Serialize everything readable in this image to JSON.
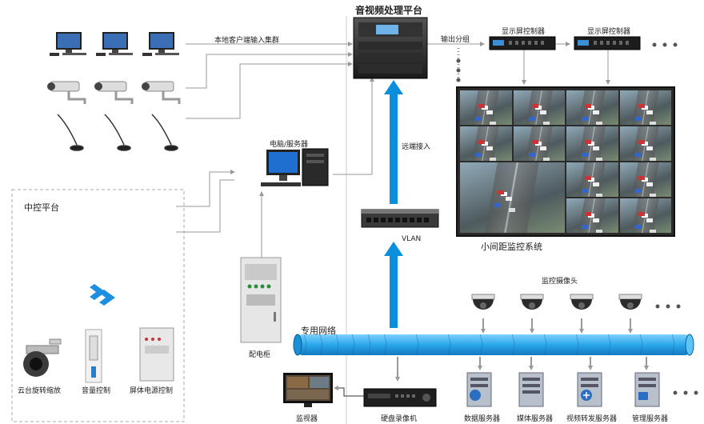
{
  "title": "音视频处理平台",
  "labels": {
    "local_input": "本地客户端输入集群",
    "output_group": "输出分组",
    "display_ctrl_1": "显示屏控制器",
    "display_ctrl_2": "显示屏控制器",
    "remote_access": "远端接入",
    "pc_server": "电脑/服务器",
    "vlan": "VLAN",
    "small_pitch": "小间距监控系统",
    "central_ctrl": "中控平台",
    "ptz": "云台旋转缩放",
    "volume": "音量控制",
    "screen_power": "屏体电源控制",
    "distribution": "配电柜",
    "private_net": "专用网络",
    "surv_cam": "监控摄像头",
    "monitor": "监视器",
    "dvr": "硬盘录像机",
    "data_server": "数据服务器",
    "media_server": "媒体服务器",
    "video_fwd_server": "视频转发服务器",
    "mgmt_server": "管理服务器"
  },
  "colors": {
    "flow_arrow": "#0a8fdc",
    "network_pipe": "#2aa8ea",
    "line": "#999999"
  },
  "icons": [
    "desktop-pc-icon",
    "cctv-camera-icon",
    "microphone-icon",
    "av-processor-icon",
    "display-controller-icon",
    "pc-tower-icon",
    "network-switch-icon",
    "distribution-cabinet-icon",
    "dome-camera-icon",
    "monitor-icon",
    "dvr-icon",
    "server-icon",
    "logo-icon"
  ]
}
